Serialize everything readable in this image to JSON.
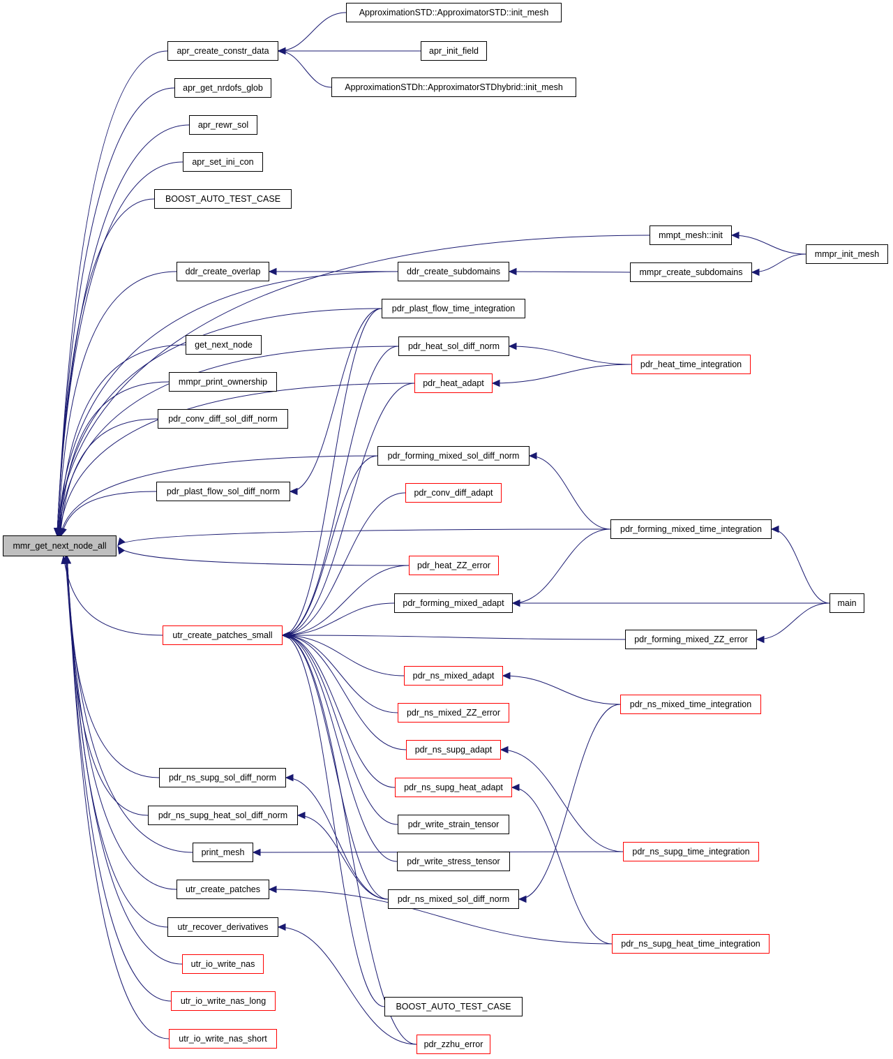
{
  "colors": {
    "edge": "#191970",
    "node_border": "#000000",
    "node_border_incomplete": "#ff0000",
    "root_fill": "#bfbfbf"
  },
  "root": {
    "id": "root",
    "label": "mmr_get_next_node_all"
  },
  "nodes": [
    {
      "id": "n1",
      "label": "apr_create_constr_data",
      "red": false
    },
    {
      "id": "n2",
      "label": "apr_get_nrdofs_glob",
      "red": false
    },
    {
      "id": "n3",
      "label": "apr_rewr_sol",
      "red": false
    },
    {
      "id": "n4",
      "label": "apr_set_ini_con",
      "red": false
    },
    {
      "id": "n5",
      "label": "BOOST_AUTO_TEST_CASE",
      "red": false
    },
    {
      "id": "n6",
      "label": "ddr_create_overlap",
      "red": false
    },
    {
      "id": "n7",
      "label": "get_next_node",
      "red": false
    },
    {
      "id": "n8",
      "label": "mmpr_print_ownership",
      "red": false
    },
    {
      "id": "n9",
      "label": "pdr_conv_diff_sol_diff_norm",
      "red": false
    },
    {
      "id": "n10",
      "label": "pdr_plast_flow_sol_diff_norm",
      "red": false
    },
    {
      "id": "n11",
      "label": "utr_create_patches_small",
      "red": true
    },
    {
      "id": "n12",
      "label": "pdr_ns_supg_sol_diff_norm",
      "red": false
    },
    {
      "id": "n13",
      "label": "pdr_ns_supg_heat_sol_diff_norm",
      "red": false
    },
    {
      "id": "n14",
      "label": "print_mesh",
      "red": false
    },
    {
      "id": "n15",
      "label": "utr_create_patches",
      "red": false
    },
    {
      "id": "n16",
      "label": "utr_recover_derivatives",
      "red": false
    },
    {
      "id": "n17",
      "label": "utr_io_write_nas",
      "red": true
    },
    {
      "id": "n18",
      "label": "utr_io_write_nas_long",
      "red": true
    },
    {
      "id": "n19",
      "label": "utr_io_write_nas_short",
      "red": true
    },
    {
      "id": "m1",
      "label": "ApproximationSTD::ApproximatorSTD::init_mesh",
      "red": false
    },
    {
      "id": "m2",
      "label": "apr_init_field",
      "red": false
    },
    {
      "id": "m3",
      "label": "ApproximationSTDh::ApproximatorSTDhybrid::init_mesh",
      "red": false
    },
    {
      "id": "m4",
      "label": "ddr_create_subdomains",
      "red": false
    },
    {
      "id": "m5",
      "label": "pdr_plast_flow_time_integration",
      "red": false
    },
    {
      "id": "m6",
      "label": "pdr_heat_sol_diff_norm",
      "red": false
    },
    {
      "id": "m7",
      "label": "pdr_heat_adapt",
      "red": true
    },
    {
      "id": "m8",
      "label": "pdr_forming_mixed_sol_diff_norm",
      "red": false
    },
    {
      "id": "m9",
      "label": "pdr_conv_diff_adapt",
      "red": true
    },
    {
      "id": "m10",
      "label": "pdr_heat_ZZ_error",
      "red": true
    },
    {
      "id": "m11",
      "label": "pdr_forming_mixed_adapt",
      "red": false
    },
    {
      "id": "m12",
      "label": "pdr_ns_mixed_adapt",
      "red": true
    },
    {
      "id": "m13",
      "label": "pdr_ns_mixed_ZZ_error",
      "red": true
    },
    {
      "id": "m14",
      "label": "pdr_ns_supg_adapt",
      "red": true
    },
    {
      "id": "m15",
      "label": "pdr_ns_supg_heat_adapt",
      "red": true
    },
    {
      "id": "m16",
      "label": "pdr_write_strain_tensor",
      "red": false
    },
    {
      "id": "m17",
      "label": "pdr_write_stress_tensor",
      "red": false
    },
    {
      "id": "m18",
      "label": "pdr_ns_mixed_sol_diff_norm",
      "red": false
    },
    {
      "id": "m19",
      "label": "BOOST_AUTO_TEST_CASE",
      "red": false
    },
    {
      "id": "m20",
      "label": "pdr_zzhu_error",
      "red": true
    },
    {
      "id": "r1",
      "label": "mmpt_mesh::init",
      "red": false
    },
    {
      "id": "r2",
      "label": "mmpr_create_subdomains",
      "red": false
    },
    {
      "id": "r3",
      "label": "pdr_heat_time_integration",
      "red": true
    },
    {
      "id": "r4",
      "label": "pdr_forming_mixed_time_integration",
      "red": false
    },
    {
      "id": "r5",
      "label": "pdr_forming_mixed_ZZ_error",
      "red": false
    },
    {
      "id": "r6",
      "label": "pdr_ns_mixed_time_integration",
      "red": true
    },
    {
      "id": "r7",
      "label": "pdr_ns_supg_time_integration",
      "red": true
    },
    {
      "id": "r8",
      "label": "pdr_ns_supg_heat_time_integration",
      "red": true
    },
    {
      "id": "f1",
      "label": "mmpr_init_mesh",
      "red": false
    },
    {
      "id": "f2",
      "label": "main",
      "red": false
    }
  ],
  "edges": [
    [
      "n1",
      "root"
    ],
    [
      "n2",
      "root"
    ],
    [
      "n3",
      "root"
    ],
    [
      "n4",
      "root"
    ],
    [
      "n5",
      "root"
    ],
    [
      "n6",
      "root"
    ],
    [
      "n7",
      "root"
    ],
    [
      "n8",
      "root"
    ],
    [
      "n9",
      "root"
    ],
    [
      "n10",
      "root"
    ],
    [
      "n11",
      "root"
    ],
    [
      "n12",
      "root"
    ],
    [
      "n13",
      "root"
    ],
    [
      "n14",
      "root"
    ],
    [
      "n15",
      "root"
    ],
    [
      "n16",
      "root"
    ],
    [
      "n17",
      "root"
    ],
    [
      "n18",
      "root"
    ],
    [
      "n19",
      "root"
    ],
    [
      "r1",
      "root"
    ],
    [
      "m4",
      "root"
    ],
    [
      "m5",
      "root"
    ],
    [
      "m6",
      "root"
    ],
    [
      "m7",
      "root"
    ],
    [
      "m8",
      "root"
    ],
    [
      "r4",
      "root"
    ],
    [
      "m10",
      "root"
    ],
    [
      "m1",
      "n1"
    ],
    [
      "m2",
      "n1"
    ],
    [
      "m3",
      "n1"
    ],
    [
      "m4",
      "n6"
    ],
    [
      "m5",
      "n10"
    ],
    [
      "m5",
      "n11"
    ],
    [
      "m6",
      "n11"
    ],
    [
      "m7",
      "n11"
    ],
    [
      "m8",
      "n11"
    ],
    [
      "m9",
      "n11"
    ],
    [
      "m10",
      "n11"
    ],
    [
      "m11",
      "n11"
    ],
    [
      "r5",
      "n11"
    ],
    [
      "m12",
      "n11"
    ],
    [
      "m13",
      "n11"
    ],
    [
      "m14",
      "n11"
    ],
    [
      "m15",
      "n11"
    ],
    [
      "m16",
      "n11"
    ],
    [
      "m17",
      "n11"
    ],
    [
      "m18",
      "n11"
    ],
    [
      "m19",
      "n11"
    ],
    [
      "m20",
      "n11"
    ],
    [
      "m18",
      "n12"
    ],
    [
      "m18",
      "n13"
    ],
    [
      "r7",
      "n14"
    ],
    [
      "r8",
      "n15"
    ],
    [
      "m20",
      "n16"
    ],
    [
      "r3",
      "m6"
    ],
    [
      "r3",
      "m7"
    ],
    [
      "r4",
      "m8"
    ],
    [
      "r4",
      "m11"
    ],
    [
      "f2",
      "m11"
    ],
    [
      "r6",
      "m12"
    ],
    [
      "r7",
      "m14"
    ],
    [
      "r8",
      "m15"
    ],
    [
      "r6",
      "m18"
    ],
    [
      "f1",
      "r1"
    ],
    [
      "r2",
      "m4"
    ],
    [
      "f1",
      "r2"
    ],
    [
      "f2",
      "r4"
    ],
    [
      "f2",
      "r5"
    ]
  ]
}
